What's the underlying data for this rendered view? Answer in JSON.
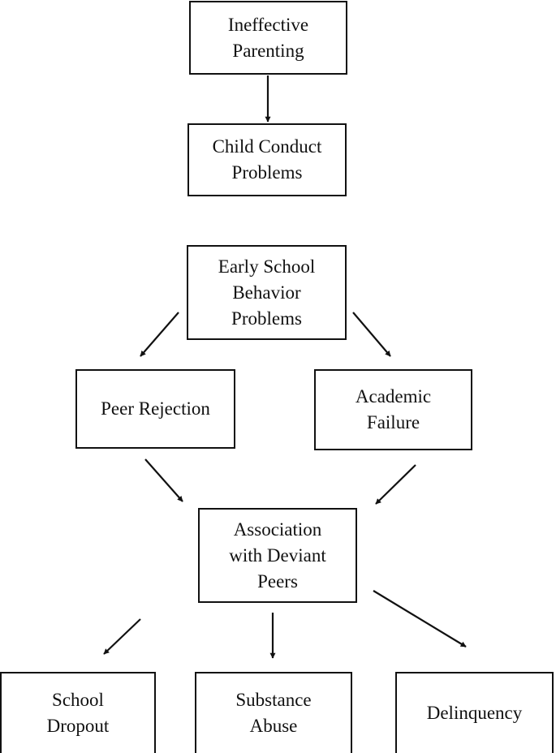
{
  "diagram": {
    "nodes": {
      "ineffective_parenting": [
        "Ineffective",
        "Parenting"
      ],
      "child_conduct_problems": [
        "Child Conduct",
        "Problems"
      ],
      "early_school_behavior_problems": [
        "Early School",
        "Behavior",
        "Problems"
      ],
      "peer_rejection": [
        "Peer Rejection"
      ],
      "academic_failure": [
        "Academic",
        "Failure"
      ],
      "association_with_deviant_peers": [
        "Association",
        "with Deviant",
        "Peers"
      ],
      "school_dropout": [
        "School",
        "Dropout"
      ],
      "substance_abuse": [
        "Substance",
        "Abuse"
      ],
      "delinquency": [
        "Delinquency"
      ]
    },
    "edges": [
      {
        "from": "ineffective_parenting",
        "to": "child_conduct_problems"
      },
      {
        "from": "early_school_behavior_problems",
        "to": "peer_rejection"
      },
      {
        "from": "early_school_behavior_problems",
        "to": "academic_failure"
      },
      {
        "from": "peer_rejection",
        "to": "association_with_deviant_peers"
      },
      {
        "from": "academic_failure",
        "to": "association_with_deviant_peers"
      },
      {
        "from": "association_with_deviant_peers",
        "to": "school_dropout"
      },
      {
        "from": "association_with_deviant_peers",
        "to": "substance_abuse"
      },
      {
        "from": "association_with_deviant_peers",
        "to": "delinquency"
      }
    ]
  }
}
